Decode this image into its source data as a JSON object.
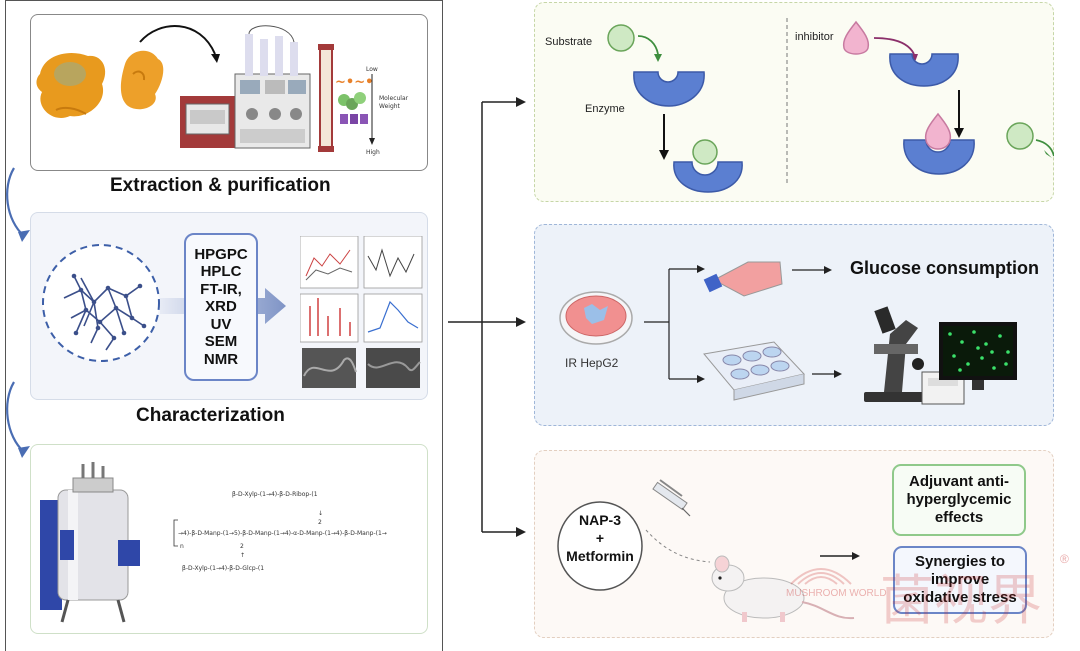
{
  "left_column": {
    "extraction_title": "Extraction & purification",
    "characterization_title": "Characterization",
    "techniques": [
      "HPGPC",
      "HPLC",
      "FT-IR,",
      "XRD",
      "UV",
      "SEM",
      "NMR"
    ],
    "column_labels": {
      "low": "Low",
      "high": "High",
      "molecular_weight": "Molecular Weight"
    }
  },
  "right_column": {
    "enzyme_panel": {
      "substrate_label": "Substrate",
      "enzyme_label": "Enzyme",
      "inhibitor_label": "inhibitor"
    },
    "cell_panel": {
      "cell_label": "IR HepG2",
      "glucose_label": "Glucose consumption"
    },
    "mouse_panel": {
      "treatment_lines": [
        "NAP-3",
        "+",
        "Metformin"
      ],
      "effect_1_lines": [
        "Adjuvant anti-",
        "hyperglycemic",
        "effects"
      ],
      "effect_2_lines": [
        "Synergies to",
        "improve",
        "oxidative stress"
      ]
    }
  },
  "watermark": {
    "text_cn": "菌视界",
    "text_en": "MUSHROOM WORLD",
    "mark": "®"
  },
  "colors": {
    "enzyme_blue": "#5b7fd1",
    "substrate_green": "#cfe9c4",
    "inhibitor_pink": "#f2b4cf",
    "arrow_blue": "#4a6db3",
    "tech_border": "#6b85c7",
    "effect_1_border": "#8fc98a",
    "effect_2_border": "#6b85c7"
  }
}
